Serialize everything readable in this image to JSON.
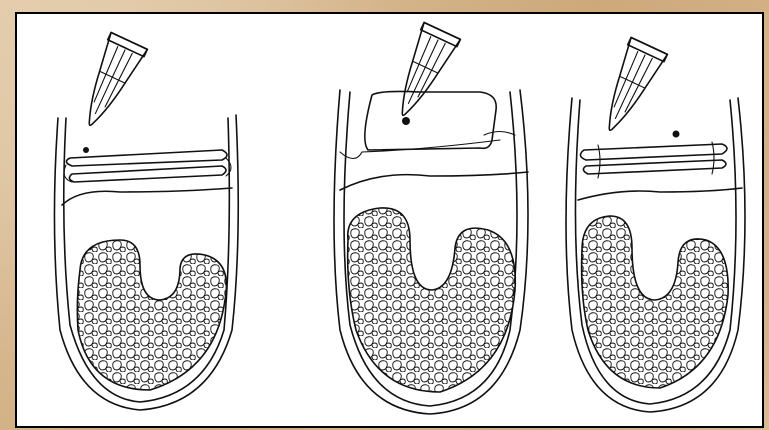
{
  "figure": {
    "panels": [
      {
        "id": "left",
        "has_applicator": true
      },
      {
        "id": "middle",
        "has_applicator": true
      },
      {
        "id": "right",
        "has_applicator": true
      }
    ],
    "colors": {
      "background": "#d8b98f",
      "panel": "#ffffff",
      "ink": "#111111"
    },
    "icons": [
      "dropper-icon",
      "tooth-outline-icon",
      "pulp-cells-icon"
    ]
  }
}
